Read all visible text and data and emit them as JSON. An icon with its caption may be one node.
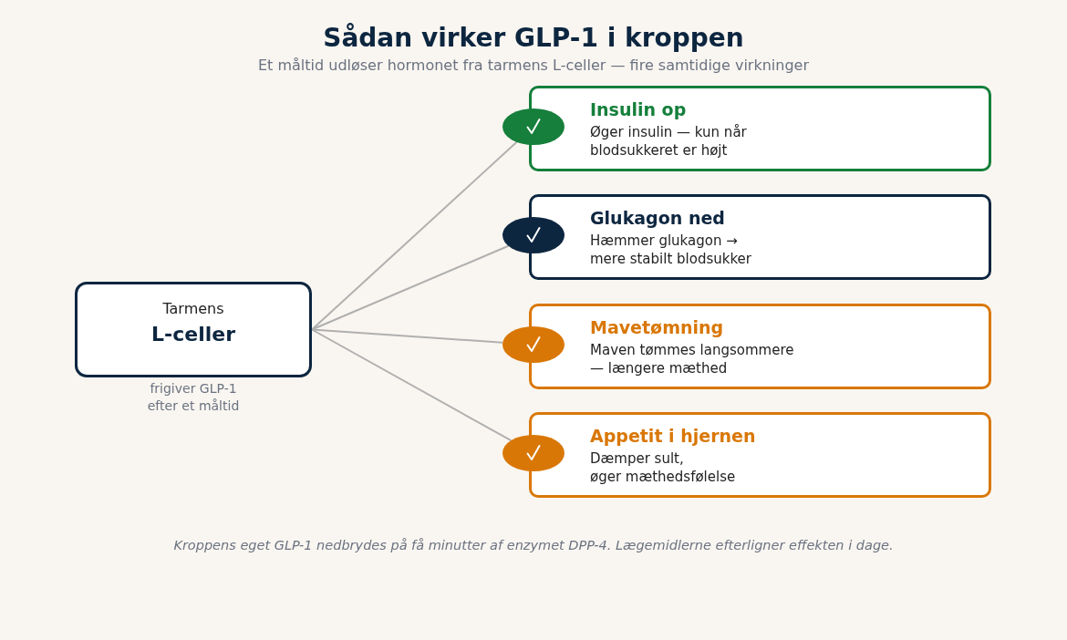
{
  "diagram": {
    "title": "Sådan virker GLP-1 i kroppen",
    "caption": "Kroppens eget GLP-1 nedbrydes på få minutter af enzymet DPP-4. Lægemidlerne efterligner effekten i dage.",
    "nodes": [
      {
        "text": [
          "Tarmens",
          "L-celler"
        ],
        "beside": [
          "frigiver GLP-1 efter et måltid"
        ]
      },
      {
        "text": [],
        "shape": "circle"
      },
      {
        "text": [
          "Insulin op",
          "Øger insulin — kun når blodsukkeret er højt"
        ]
      },
      {
        "text": [],
        "shape": "circle"
      },
      {
        "text": [
          "Glukagon ned",
          "Hæmmer glukagon → mere stabilt blodsukker"
        ]
      },
      {
        "text": [],
        "shape": "circle"
      },
      {
        "text": [
          "Mavetømning",
          "Maven tømmes langsommere — længere mæthed"
        ]
      },
      {
        "text": [],
        "shape": "circle"
      },
      {
        "text": [
          "Appetit i hjernen",
          "Dæmper sult, øger mæthedsfølelse"
        ]
      }
    ],
    "edges": [
      {
        "from": 0,
        "to": 1,
        "arrow": "none"
      },
      {
        "from": 0,
        "to": 3,
        "arrow": "none"
      },
      {
        "from": 0,
        "to": 5,
        "arrow": "none"
      },
      {
        "from": 0,
        "to": 7,
        "arrow": "none"
      }
    ],
    "labels": [
      "Et måltid udløser hormonet fra tarmens L-celler — fire samtidige virkninger"
    ]
  }
}
